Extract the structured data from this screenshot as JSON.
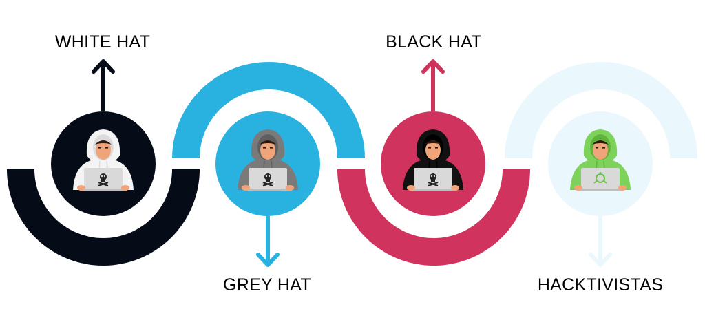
{
  "diagram": {
    "stages": [
      {
        "id": "white-hat",
        "label": "WHITE HAT",
        "color": "#050b17",
        "hacker": "white",
        "arrow": "up"
      },
      {
        "id": "grey-hat",
        "label": "GREY HAT",
        "color": "#29b2e0",
        "hacker": "grey",
        "arrow": "down"
      },
      {
        "id": "black-hat",
        "label": "BLACK HAT",
        "color": "#d1335f",
        "hacker": "black",
        "arrow": "up"
      },
      {
        "id": "hacktivistas",
        "label": "HACKTIVISTAS",
        "color": "#eaf7fd",
        "hacker": "green",
        "arrow": "down"
      }
    ],
    "colors": {
      "skin": "#f0a47a",
      "hair": "#2b1a12",
      "laptop": "#d9d9d9",
      "hoodie_white": "#f4f4f4",
      "hoodie_grey": "#7a7a7a",
      "hoodie_black": "#111111",
      "hoodie_green": "#7dd35a"
    },
    "icons": [
      "skull-icon",
      "skull-icon",
      "skull-icon",
      "hacktivist-emblem-icon"
    ]
  }
}
